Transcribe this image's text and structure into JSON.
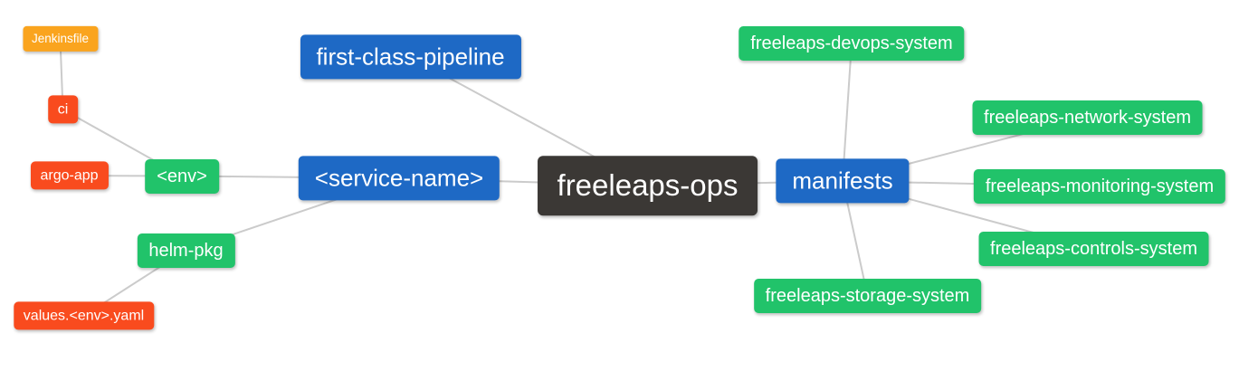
{
  "diagram": {
    "type": "mindmap",
    "background_color": "#ffffff",
    "edge_color": "#cbcbcb"
  },
  "colors": {
    "root_node": "#3b3835",
    "level1_node": "#1e69c5",
    "level2_node": "#21c36a",
    "level3_node": "#f94b1e",
    "level4_node": "#faa41e",
    "node_text": "#ffffff"
  },
  "nodes": [
    {
      "id": "freeleaps-ops",
      "label": "freeleaps-ops",
      "level": "root",
      "color": "#3b3835"
    },
    {
      "id": "first-class-pipeline",
      "label": "first-class-pipeline",
      "level": "1",
      "color": "#1e69c5"
    },
    {
      "id": "service-name",
      "label": "<service-name>",
      "level": "1",
      "color": "#1e69c5"
    },
    {
      "id": "manifests",
      "label": "manifests",
      "level": "1",
      "color": "#1e69c5"
    },
    {
      "id": "env",
      "label": "<env>",
      "level": "2",
      "color": "#21c36a"
    },
    {
      "id": "helm-pkg",
      "label": "helm-pkg",
      "level": "2",
      "color": "#21c36a"
    },
    {
      "id": "ci",
      "label": "ci",
      "level": "3",
      "color": "#f94b1e"
    },
    {
      "id": "argo-app",
      "label": "argo-app",
      "level": "3",
      "color": "#f94b1e"
    },
    {
      "id": "jenkinsfile",
      "label": "Jenkinsfile",
      "level": "4",
      "color": "#faa41e"
    },
    {
      "id": "values-env-yaml",
      "label": "values.<env>.yaml",
      "level": "3",
      "color": "#f94b1e"
    },
    {
      "id": "freeleaps-devops-system",
      "label": "freeleaps-devops-system",
      "level": "2",
      "color": "#21c36a"
    },
    {
      "id": "freeleaps-network-system",
      "label": "freeleaps-network-system",
      "level": "2",
      "color": "#21c36a"
    },
    {
      "id": "freeleaps-monitoring-system",
      "label": "freeleaps-monitoring-system",
      "level": "2",
      "color": "#21c36a"
    },
    {
      "id": "freeleaps-controls-system",
      "label": "freeleaps-controls-system",
      "level": "2",
      "color": "#21c36a"
    },
    {
      "id": "freeleaps-storage-system",
      "label": "freeleaps-storage-system",
      "level": "2",
      "color": "#21c36a"
    }
  ],
  "edges": [
    {
      "from": "freeleaps-ops",
      "to": "first-class-pipeline"
    },
    {
      "from": "freeleaps-ops",
      "to": "service-name"
    },
    {
      "from": "freeleaps-ops",
      "to": "manifests"
    },
    {
      "from": "service-name",
      "to": "env"
    },
    {
      "from": "service-name",
      "to": "helm-pkg"
    },
    {
      "from": "env",
      "to": "ci"
    },
    {
      "from": "env",
      "to": "argo-app"
    },
    {
      "from": "ci",
      "to": "jenkinsfile"
    },
    {
      "from": "helm-pkg",
      "to": "values-env-yaml"
    },
    {
      "from": "manifests",
      "to": "freeleaps-devops-system"
    },
    {
      "from": "manifests",
      "to": "freeleaps-network-system"
    },
    {
      "from": "manifests",
      "to": "freeleaps-monitoring-system"
    },
    {
      "from": "manifests",
      "to": "freeleaps-controls-system"
    },
    {
      "from": "manifests",
      "to": "freeleaps-storage-system"
    }
  ]
}
